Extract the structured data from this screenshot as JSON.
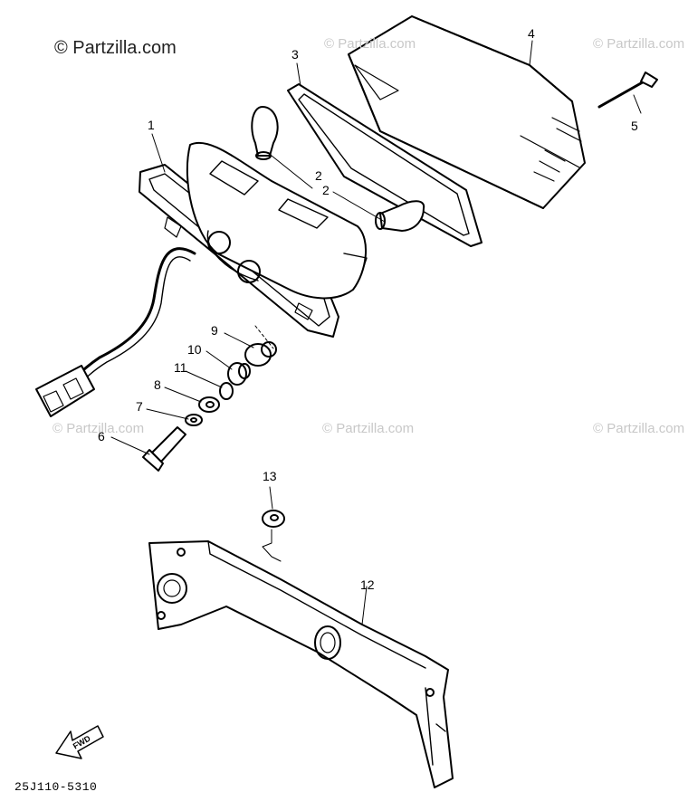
{
  "watermarks": {
    "main": "© Partzilla.com",
    "faint": "© Partzilla.com"
  },
  "callouts": [
    "1",
    "2",
    "2",
    "3",
    "4",
    "5",
    "6",
    "7",
    "8",
    "9",
    "10",
    "11",
    "12",
    "13"
  ],
  "fwd_label": "FWD",
  "diagram_code": "25J110-5310"
}
